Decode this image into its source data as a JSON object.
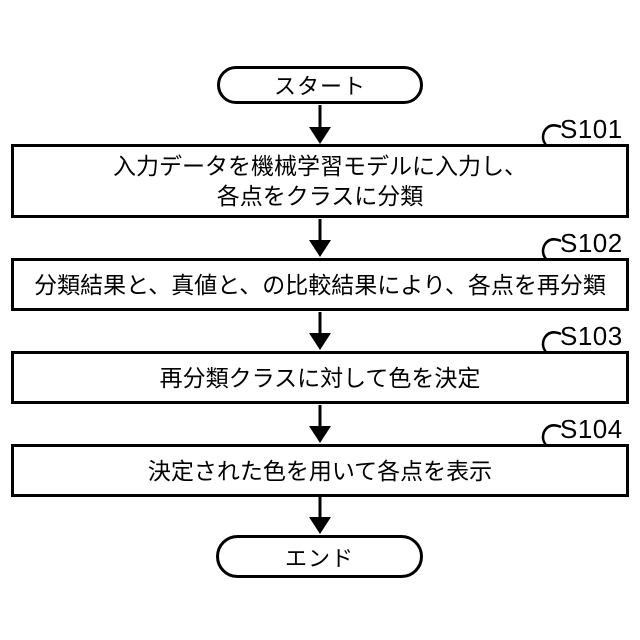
{
  "flowchart": {
    "start": {
      "label": "スタート"
    },
    "end": {
      "label": "エンド"
    },
    "steps": [
      {
        "id": "S101",
        "lines": [
          "入力データを機械学習モデルに入力し、",
          "各点をクラスに分類"
        ]
      },
      {
        "id": "S102",
        "lines": [
          "分類結果と、真値と、の比較結果により、各点を再分類"
        ]
      },
      {
        "id": "S103",
        "lines": [
          "再分類クラスに対して色を決定"
        ]
      },
      {
        "id": "S104",
        "lines": [
          "決定された色を用いて各点を表示"
        ]
      }
    ],
    "colors": {
      "stroke": "#000000",
      "background": "#ffffff"
    }
  }
}
